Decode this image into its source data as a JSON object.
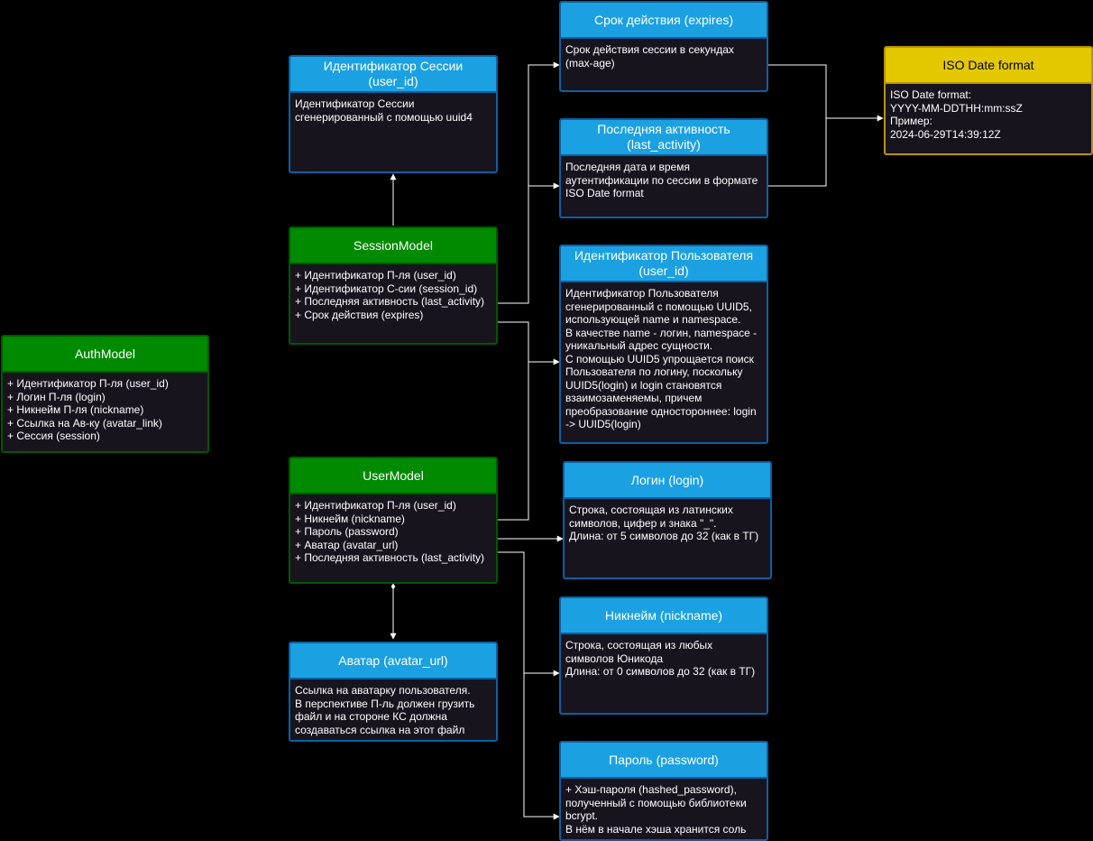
{
  "colors": {
    "background": "#000000",
    "entity_header": "#1ba1e2",
    "model_header": "#008a00",
    "format_header": "#e3c800",
    "connector": "#ffffff"
  },
  "nodes": {
    "auth_model": {
      "title": "AuthModel",
      "fields": [
        "+ Идентификатор П-ля (user_id)",
        "+ Логин П-ля (login)",
        "+ Никнейм П-ля (nickname)",
        "+ Ссылка на Ав-ку (avatar_link)",
        "+ Сессия (session)"
      ]
    },
    "session_id": {
      "title_line1": "Идентификатор Сессии",
      "title_line2": "(user_id)",
      "body": "Идентификатор Сессии сгенерированный с помощью uuid4"
    },
    "session_model": {
      "title": "SessionModel",
      "fields": [
        "+ Идентификатор П-ля (user_id)",
        "+ Идентификатор С-сии (session_id)",
        "+ Последняя активность (last_activity)",
        "+ Срок действия (expires)"
      ]
    },
    "user_model": {
      "title": "UserModel",
      "fields": [
        "+ Идентификатор П-ля (user_id)",
        "+ Никнейм (nickname)",
        "+ Пароль (password)",
        "+ Аватар (avatar_url)",
        "+ Последняя активность (last_activity)"
      ]
    },
    "avatar": {
      "title": "Аватар (avatar_url)",
      "body": "Ссылка на аватарку пользователя.\nВ перспективе П-ль должен грузить файл и на стороне КС должна создаваться ссылка на этот файл"
    },
    "expires": {
      "title": "Срок действия (expires)",
      "body": "Срок действия сессии в секундах (max-age)"
    },
    "last_activity": {
      "title_line1": "Последняя активность",
      "title_line2": "(last_activity)",
      "body": "Последняя дата и время аутентификации по сессии в формате ISO Date format"
    },
    "user_id": {
      "title_line1": "Идентификатор Пользователя",
      "title_line2": "(user_id)",
      "body": "Идентификатор Пользователя сгенерированный с помощью UUID5, использующей name и namespace.\nВ качестве name - логин, namespace - уникальный адрес сущности.\nС помощью UUID5 упрощается поиск Пользователя по логину, поскольку UUID5(login) и login становятся взаимозаменяемы, причем преобразование одностороннее: login -> UUID5(login)"
    },
    "login": {
      "title": "Логин (login)",
      "body": "Строка, состоящая из латинских символов, цифер и знака \"_\".\nДлина: от 5 символов до 32 (как в ТГ)"
    },
    "nickname": {
      "title": "Никнейм (nickname)",
      "body": "Строка, состоящая из любых символов Юникода\nДлина: от 0 символов до 32 (как в ТГ)"
    },
    "password": {
      "title": "Пароль (password)",
      "body": "+ Хэш-пароля (hashed_password), полученный с помощью библиотеки bcrypt.\nВ нём в начале хэша хранится соль"
    },
    "iso_format": {
      "title": "ISO Date format",
      "body": "ISO Date format:\nYYYY-MM-DDTHH:mm:ssZ\nПример:\n2024-06-29T14:39:12Z"
    }
  }
}
